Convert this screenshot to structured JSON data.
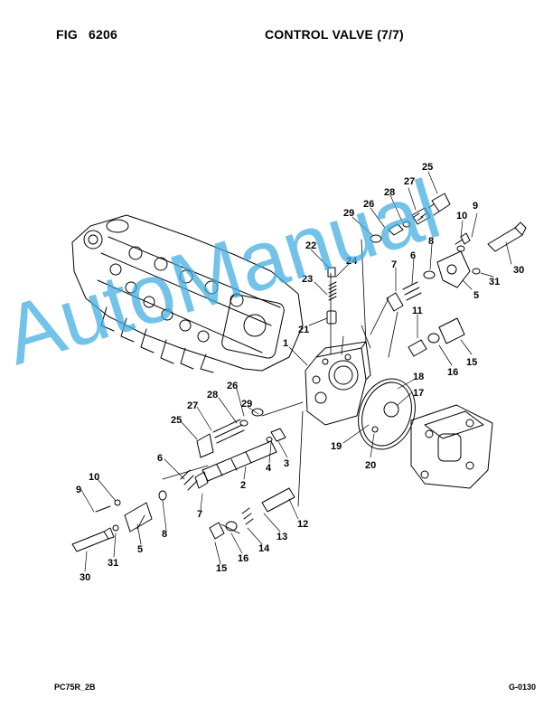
{
  "header": {
    "fig_label": "FIG",
    "fig_number": "6206",
    "title": "CONTROL VALVE (7/7)"
  },
  "footer": {
    "model": "PC75R_2B",
    "page_code": "G-0130"
  },
  "watermark": "AutoManual",
  "callouts": [
    "25",
    "27",
    "28",
    "26",
    "29",
    "9",
    "10",
    "30",
    "22",
    "24",
    "8",
    "6",
    "7",
    "5",
    "31",
    "23",
    "21",
    "11",
    "1",
    "16",
    "15",
    "18",
    "17",
    "28",
    "26",
    "29",
    "27",
    "25",
    "19",
    "20",
    "3",
    "4",
    "2",
    "6",
    "10",
    "9",
    "7",
    "8",
    "5",
    "12",
    "13",
    "14",
    "16",
    "15",
    "31",
    "30"
  ],
  "colors": {
    "watermark": "#3caae1",
    "line": "#000000"
  }
}
